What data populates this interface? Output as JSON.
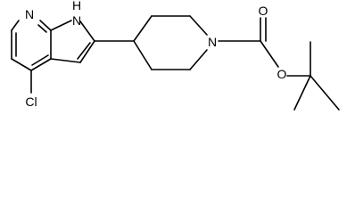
{
  "molecule": {
    "atom_labels": {
      "pyridine_nitrogen": "N",
      "pyrrole_nh": "H",
      "pyrrole_nitrogen": "N",
      "piperidine_nitrogen": "N",
      "carbonyl_oxygen": "O",
      "ester_oxygen": "O",
      "chlorine": "Cl"
    }
  },
  "colors": {
    "bond": "#000000",
    "label": "#000000",
    "background": "#ffffff"
  }
}
